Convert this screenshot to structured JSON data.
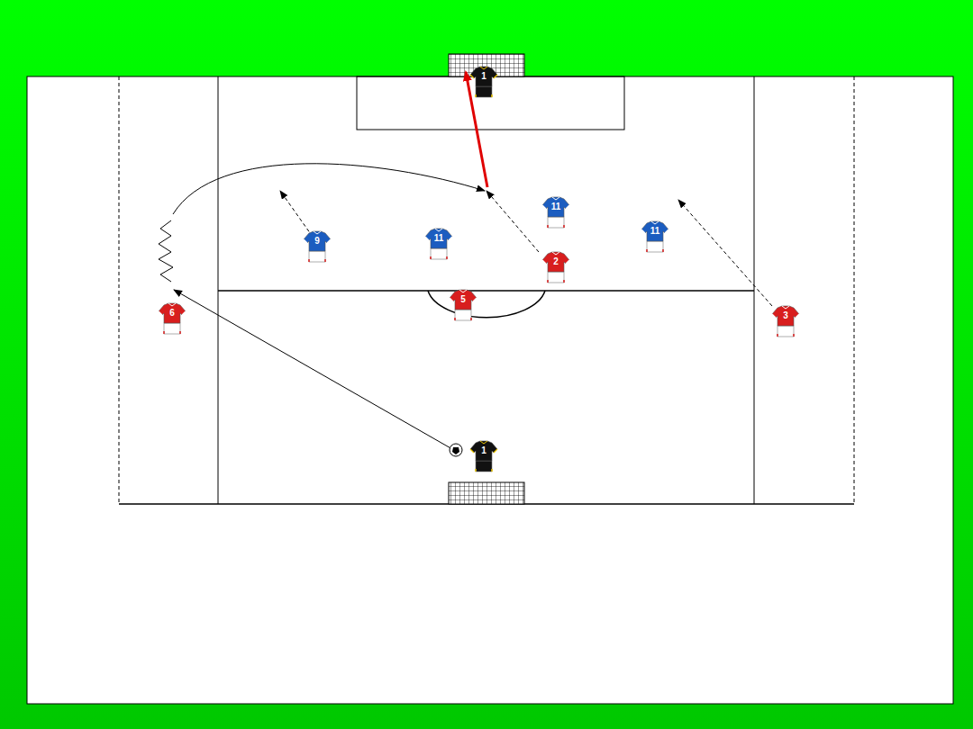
{
  "diagram": {
    "labels": [
      "1",
      "11",
      "11",
      "11",
      "9",
      "2",
      "5",
      "6",
      "3",
      "1"
    ]
  }
}
